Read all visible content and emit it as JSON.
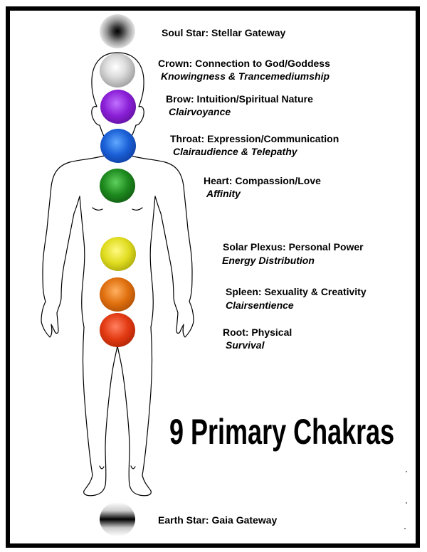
{
  "title": "9 Primary Chakras",
  "chakras": [
    {
      "name": "Soul Star: Stellar Gateway",
      "sub": "",
      "color": "#000000"
    },
    {
      "name": "Crown: Connection to God/Goddess",
      "sub": "Knowingness & Trancemediumship",
      "color": "#b0b0b0"
    },
    {
      "name": "Brow: Intuition/Spiritual Nature",
      "sub": "Clairvoyance",
      "color": "#8a1fd6"
    },
    {
      "name": "Throat: Expression/Communication",
      "sub": "Clairaudience & Telepathy",
      "color": "#1a5fd6"
    },
    {
      "name": "Heart: Compassion/Love",
      "sub": "Affinity",
      "color": "#1e8a1e"
    },
    {
      "name": "Solar Plexus: Personal Power",
      "sub": "Energy Distribution",
      "color": "#e0dc20"
    },
    {
      "name": "Spleen: Sexuality & Creativity",
      "sub": "Clairsentience",
      "color": "#e0700f"
    },
    {
      "name": "Root: Physical",
      "sub": "Survival",
      "color": "#e23a12"
    },
    {
      "name": "Earth Star: Gaia Gateway",
      "sub": "",
      "color": "#000000"
    }
  ]
}
